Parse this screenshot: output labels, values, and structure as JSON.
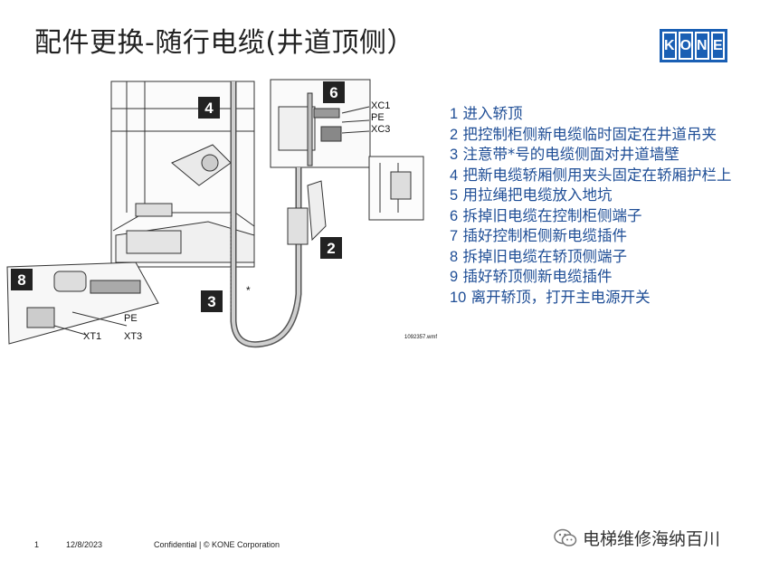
{
  "title": "配件更换-随行电缆(井道顶侧）",
  "logo": [
    "K",
    "O",
    "N",
    "E"
  ],
  "diagram": {
    "callouts": [
      "4",
      "6",
      "2",
      "3",
      "8"
    ],
    "labels": {
      "xc1": "XC1",
      "pe": "PE",
      "xc3": "XC3",
      "pe2": "PE",
      "xt1": "XT1",
      "xt3": "XT3",
      "star": "*",
      "file": "1092357.wmf"
    }
  },
  "steps": [
    {
      "num": "1",
      "text": "进入轿顶"
    },
    {
      "num": "2",
      "text": "把控制柜侧新电缆临时固定在井道吊夹"
    },
    {
      "num": "3",
      "text": "注意带*号的电缆侧面对井道墙壁"
    },
    {
      "num": "4",
      "text": "把新电缆轿厢侧用夹头固定在轿厢护栏上"
    },
    {
      "num": "5",
      "text": "用拉绳把电缆放入地坑"
    },
    {
      "num": "6",
      "text": "拆掉旧电缆在控制柜侧端子"
    },
    {
      "num": "7",
      "text": "插好控制柜侧新电缆插件"
    },
    {
      "num": "8",
      "text": "拆掉旧电缆在轿顶侧端子"
    },
    {
      "num": "9",
      "text": "插好轿顶侧新电缆插件"
    },
    {
      "num": "10",
      "text": "离开轿顶，打开主电源开关"
    }
  ],
  "footer": {
    "page": "1",
    "date": "12/8/2023",
    "confidential": "Confidential  |  © KONE Corporation"
  },
  "wechat": {
    "label": "电梯维修海纳百川",
    "icon": "wechat-icon"
  }
}
